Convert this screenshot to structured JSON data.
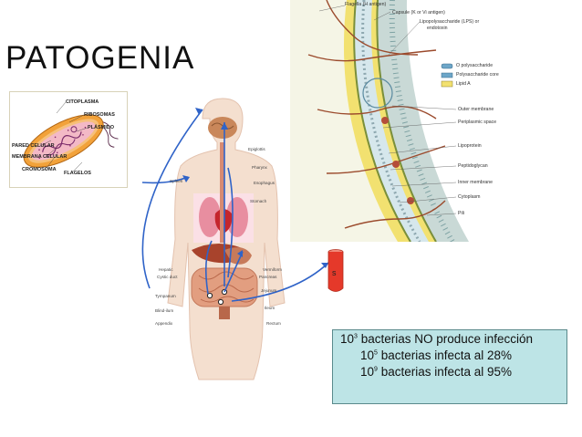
{
  "slide": {
    "title": "PATOGENIA"
  },
  "bacterium": {
    "labels": [
      "CITOPLASMA",
      "RIBOSOMAS",
      "PLÁSMIDO",
      "PARED CELULAR",
      "MEMBRANA CELULAR",
      "CROMOSOMA",
      "FLAGELOS"
    ]
  },
  "cell_wall": {
    "labels": [
      "Flagella (H antigen)",
      "Capsule (K or Vi antigen)",
      "Lipopolysaccharide (LPS) or",
      "endotoxin",
      "O polysaccharide",
      "Polysaccharide core",
      "Lipid A",
      "Outer membrane",
      "Periplasmic space",
      "Lipoprotein",
      "Peptidoglycan",
      "Inner membrane",
      "Cytoplasm",
      "Pili"
    ],
    "colors": {
      "capsule": "#c9d9d6",
      "membrane": "#f2e170",
      "periplasm": "#d6e7ec",
      "cytoplasm": "#f5f5e6"
    }
  },
  "body": {
    "labels": [
      "Epiglottis",
      "Pharynx",
      "Esophagus",
      "Spleen",
      "Stomach",
      "Hepatic",
      "Cystic duct",
      "Pancreas",
      "Jejunum",
      "Tympanum",
      "Blind-ilum",
      "Appendix",
      "Vermiform",
      "Ileum",
      "Rectum"
    ],
    "arrow_color": "#2f63c8"
  },
  "tube": {
    "letter": "s",
    "color": "#e5392a"
  },
  "infection_box": {
    "lines": [
      {
        "base": "10",
        "exp": "3",
        "text": " bacterias NO produce infección"
      },
      {
        "base": "10",
        "exp": "5",
        "text": " bacterias infecta al 28%"
      },
      {
        "base": "10",
        "exp": "9",
        "text": " bacterias infecta al 95%"
      }
    ]
  }
}
